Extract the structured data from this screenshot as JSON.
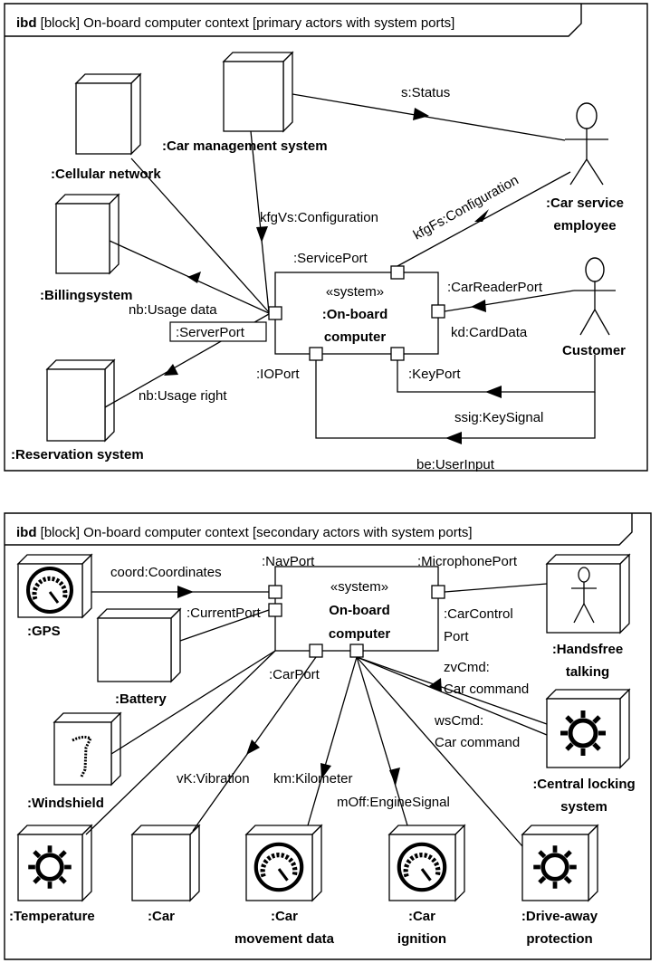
{
  "diagram1": {
    "header_keyword": "ibd",
    "header_rest": " [block] On-board computer context [primary actors with system ports]",
    "system": {
      "stereotype": "«system»",
      "name_line1": ":On-board",
      "name_line2": "computer"
    },
    "blocks": {
      "cellular": ":Cellular network",
      "car_mgmt": ":Car management system",
      "billing": ":Billingsystem",
      "reservation": ":Reservation system"
    },
    "actors": {
      "employee_line1": ":Car service",
      "employee_line2": "employee",
      "customer": "Customer"
    },
    "ports": {
      "service": ":ServicePort",
      "card_reader": ":CarReaderPort",
      "server": ":ServerPort",
      "io": ":IOPort",
      "key": ":KeyPort"
    },
    "flows": {
      "status": "s:Status",
      "kfgfs": "kfgFs:Configuration",
      "kfgvs": "kfgVs:Configuration",
      "usage_data": "nb:Usage data",
      "usage_right": "nb:Usage right",
      "card_data": "kd:CardData",
      "key_signal": "ssig:KeySignal",
      "user_input": "be:UserInput"
    }
  },
  "diagram2": {
    "header_keyword": "ibd",
    "header_rest": " [block] On-board computer context [secondary actors with system ports]",
    "system": {
      "stereotype": "«system»",
      "name_line1": "On-board",
      "name_line2": "computer"
    },
    "blocks": {
      "gps": ":GPS",
      "battery": ":Battery",
      "windshield": ":Windshield",
      "temperature": ":Temperature",
      "car": ":Car",
      "movement_line1": ":Car",
      "movement_line2": "movement data",
      "ignition_line1": ":Car",
      "ignition_line2": "ignition",
      "driveaway_line1": ":Drive-away",
      "driveaway_line2": "protection",
      "handsfree_line1": ":Handsfree",
      "handsfree_line2": "talking",
      "locking_line1": ":Central locking",
      "locking_line2": "system"
    },
    "ports": {
      "nav": ":NavPort",
      "microphone": ":MicrophonePort",
      "current": ":CurrentPort",
      "car_control_line1": ":CarControl",
      "car_control_line2": "Port",
      "car": ":CarPort"
    },
    "flows": {
      "coord": "coord:Coordinates",
      "zvcmd_line1": "zvCmd:",
      "zvcmd_line2": "Car command",
      "wscmd_line1": "wsCmd:",
      "wscmd_line2": "Car command",
      "vibration": "vK:Vibration",
      "kilometer": "km:Kilometer",
      "engine": "mOff:EngineSignal"
    }
  }
}
